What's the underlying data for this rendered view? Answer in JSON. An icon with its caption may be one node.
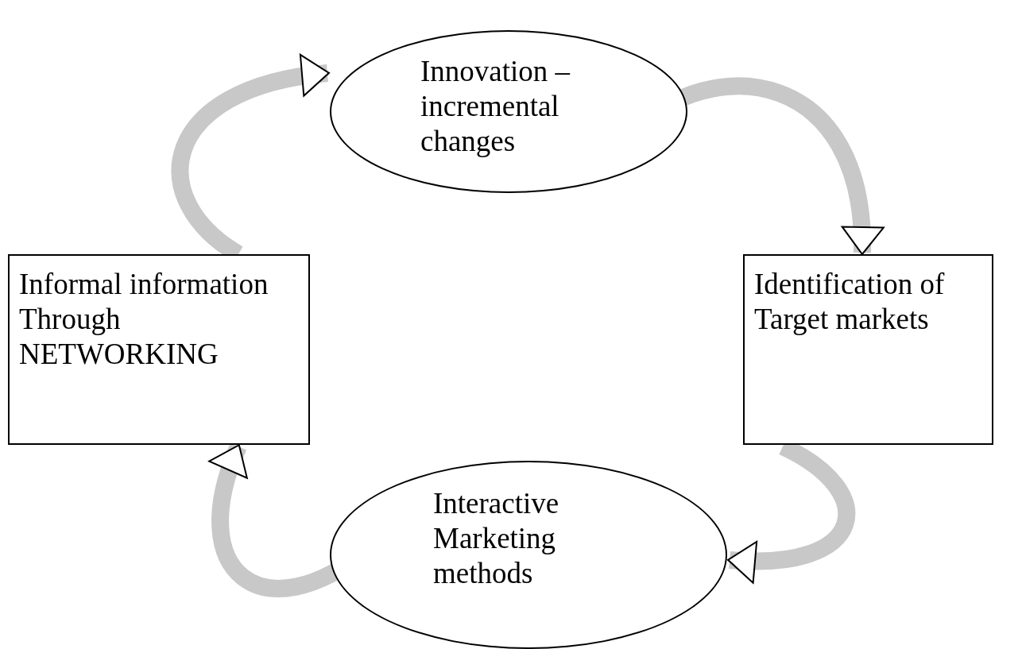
{
  "diagram": {
    "nodes": [
      {
        "text": [
          "Innovation – incremental changes"
        ]
      },
      {
        "text": [
          "Identification of Target markets"
        ]
      },
      {
        "text": [
          "Interactive Marketing methods"
        ]
      },
      {
        "text": [
          "Informal information Through NETWORKING"
        ]
      }
    ],
    "edges": [
      {
        "from": 3,
        "to": 0,
        "arrow": "to"
      },
      {
        "from": 0,
        "to": 1,
        "arrow": "to"
      },
      {
        "from": 1,
        "to": 2,
        "arrow": "to"
      },
      {
        "from": 2,
        "to": 3,
        "arrow": "to"
      }
    ]
  }
}
